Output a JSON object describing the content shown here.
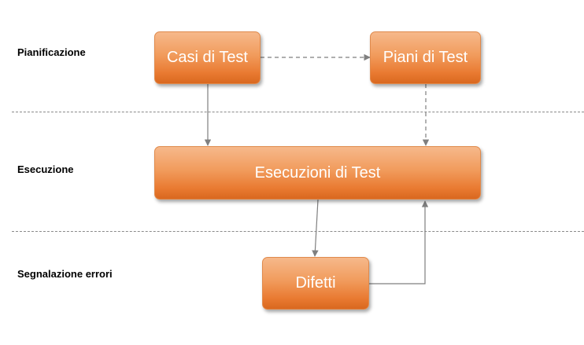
{
  "lanes": {
    "planning": "Pianificazione",
    "execution": "Esecuzione",
    "defects": "Segnalazione errori"
  },
  "nodes": {
    "test_cases": "Casi di Test",
    "test_plans": "Piani di Test",
    "test_executions": "Esecuzioni di Test",
    "defects": "Difetti"
  },
  "colors": {
    "box_top": "#f6b98b",
    "box_bottom": "#d9681f",
    "connector": "#7f7f7f",
    "divider": "#8a8a8a"
  }
}
